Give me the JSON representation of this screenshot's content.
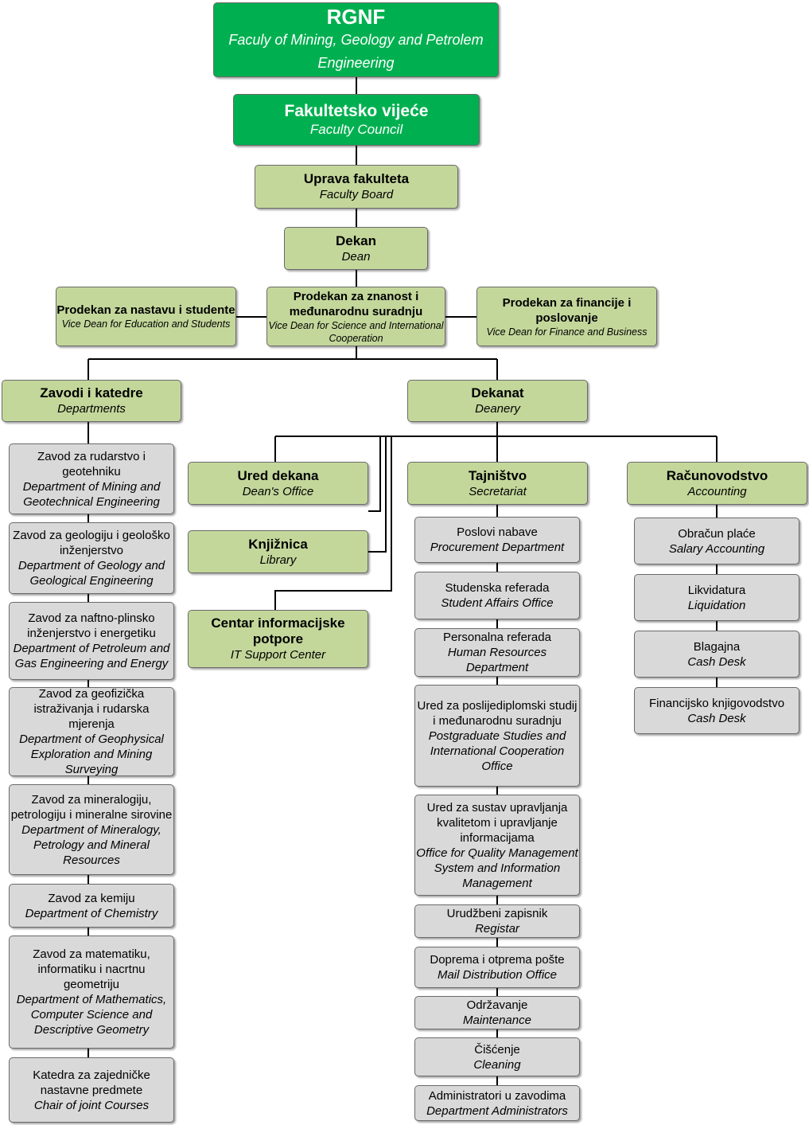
{
  "top": {
    "title": "RGNF",
    "subtitle": "Faculy of Mining, Geology and Petrolem Engineering"
  },
  "council": {
    "title": "Fakultetsko vijeće",
    "subtitle": "Faculty Council"
  },
  "board": {
    "title": "Uprava fakulteta",
    "subtitle": "Faculty Board"
  },
  "dean": {
    "title": "Dekan",
    "subtitle": "Dean"
  },
  "vice_deans": [
    {
      "title": "Prodekan za nastavu i studente",
      "subtitle": "Vice Dean for Education and Students"
    },
    {
      "title": "Prodekan za znanost i međunarodnu suradnju",
      "subtitle": "Vice Dean for Science and International Cooperation"
    },
    {
      "title": "Prodekan za financije i poslovanje",
      "subtitle": "Vice Dean for Finance and Business"
    }
  ],
  "departments": {
    "title": "Zavodi i katedre",
    "subtitle": "Departments",
    "items": [
      {
        "hr": "Zavod za rudarstvo i geotehniku",
        "en": "Department of Mining and Geotechnical Engineering"
      },
      {
        "hr": "Zavod za geologiju i geološko inženjerstvo",
        "en": "Department of Geology and Geological Engineering"
      },
      {
        "hr": "Zavod za naftno-plinsko inženjerstvo i energetiku",
        "en": "Department of Petroleum and Gas Engineering and Energy"
      },
      {
        "hr": "Zavod za geofizička istraživanja i rudarska mjerenja",
        "en": "Department of Geophysical Exploration and Mining Surveying"
      },
      {
        "hr": "Zavod za mineralogiju, petrologiju i mineralne sirovine",
        "en": "Department of Mineralogy, Petrology and Mineral Resources"
      },
      {
        "hr": "Zavod za kemiju",
        "en": "Department of Chemistry"
      },
      {
        "hr": "Zavod za matematiku, informatiku i nacrtnu geometriju",
        "en": "Department of Mathematics, Computer Science and Descriptive Geometry"
      },
      {
        "hr": "Katedra za zajedničke nastavne predmete",
        "en": "Chair of joint Courses"
      }
    ]
  },
  "deanery": {
    "title": "Dekanat",
    "subtitle": "Deanery",
    "offices": [
      {
        "title": "Ured dekana",
        "subtitle": "Dean's Office"
      },
      {
        "title": "Knjižnica",
        "subtitle": "Library"
      },
      {
        "title": "Centar informacijske potpore",
        "subtitle": "IT Support Center"
      }
    ],
    "secretariat": {
      "title": "Tajništvo",
      "subtitle": "Secretariat",
      "items": [
        {
          "hr": "Poslovi nabave",
          "en": "Procurement Department"
        },
        {
          "hr": "Studenska referada",
          "en": "Student Affairs Office"
        },
        {
          "hr": "Personalna referada",
          "en": "Human Resources Department"
        },
        {
          "hr": "Ured za poslijediplomski studij i međunarodnu suradnju",
          "en": "Postgraduate Studies and International Cooperation Office"
        },
        {
          "hr": "Ured za sustav upravljanja kvalitetom i upravljanje informacijama",
          "en": "Office for Quality Management System and Information Management"
        },
        {
          "hr": "Urudžbeni zapisnik",
          "en": "Registar"
        },
        {
          "hr": "Doprema i otprema pošte",
          "en": "Mail Distribution Office"
        },
        {
          "hr": "Održavanje",
          "en": "Maintenance"
        },
        {
          "hr": "Čišćenje",
          "en": "Cleaning"
        },
        {
          "hr": "Administratori u zavodima",
          "en": "Department Administrators"
        }
      ]
    },
    "accounting": {
      "title": "Računovodstvo",
      "subtitle": "Accounting",
      "items": [
        {
          "hr": "Obračun plaće",
          "en": "Salary Accounting"
        },
        {
          "hr": "Likvidatura",
          "en": "Liquidation"
        },
        {
          "hr": "Blagajna",
          "en": "Cash Desk"
        },
        {
          "hr": "Financijsko knjigovodstvo",
          "en": "Cash Desk"
        }
      ]
    }
  },
  "colors": {
    "green": "#00b050",
    "olive": "#c4d79b",
    "gray": "#d9d9d9",
    "line": "#000000"
  }
}
